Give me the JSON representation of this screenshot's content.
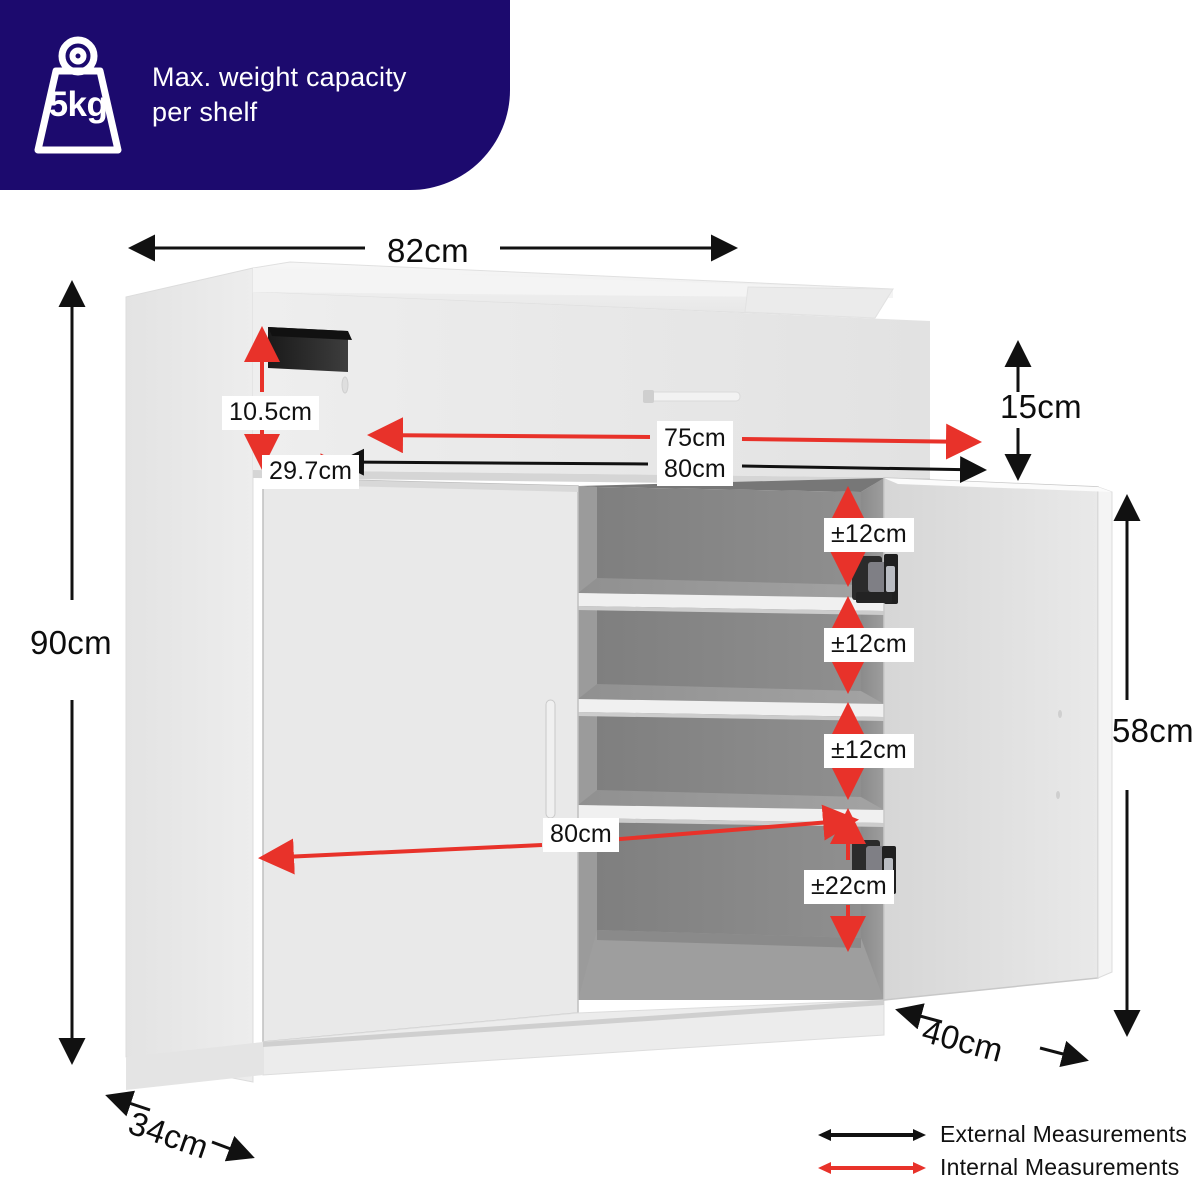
{
  "badge": {
    "weight_value": "5kg",
    "text_line1": "Max. weight capacity",
    "text_line2": "per shelf",
    "icon": "weight-icon",
    "background_color": "#1c0a6e",
    "text_color": "#ffffff"
  },
  "colors": {
    "external_arrow": "#111111",
    "internal_arrow": "#e8322a",
    "cabinet_body": "#efefef",
    "cabinet_interior": "#8e8e8e",
    "shelf": "#9a9a9a",
    "navy": "#1c0a6e"
  },
  "dimensions": {
    "width_external": "82cm",
    "height_external": "90cm",
    "depth_external": "34cm",
    "door_depth": "40cm",
    "top_section_height": "15cm",
    "cabinet_section_height": "58cm",
    "drawer_height_internal": "10.5cm",
    "drawer_depth_internal": "29.7cm",
    "interior_width_internal": "75cm",
    "interior_width_external": "80cm",
    "shelf_width_internal": "80cm",
    "shelf_gap_1": "±12cm",
    "shelf_gap_2": "±12cm",
    "shelf_gap_3": "±12cm",
    "bottom_gap": "±22cm"
  },
  "legend": {
    "items": [
      {
        "label": "External Measurements",
        "color": "#111111",
        "arrow": "double-arrow-icon"
      },
      {
        "label": "Internal Measurements",
        "color": "#e8322a",
        "arrow": "double-arrow-icon"
      }
    ]
  },
  "product": {
    "type": "shoe-cabinet",
    "doors": 2,
    "shelves": 3,
    "drawer": 1,
    "handle_left_door": "vertical-bar-handle",
    "handle_drawer": "horizontal-bar-handle",
    "hinges": 2
  }
}
